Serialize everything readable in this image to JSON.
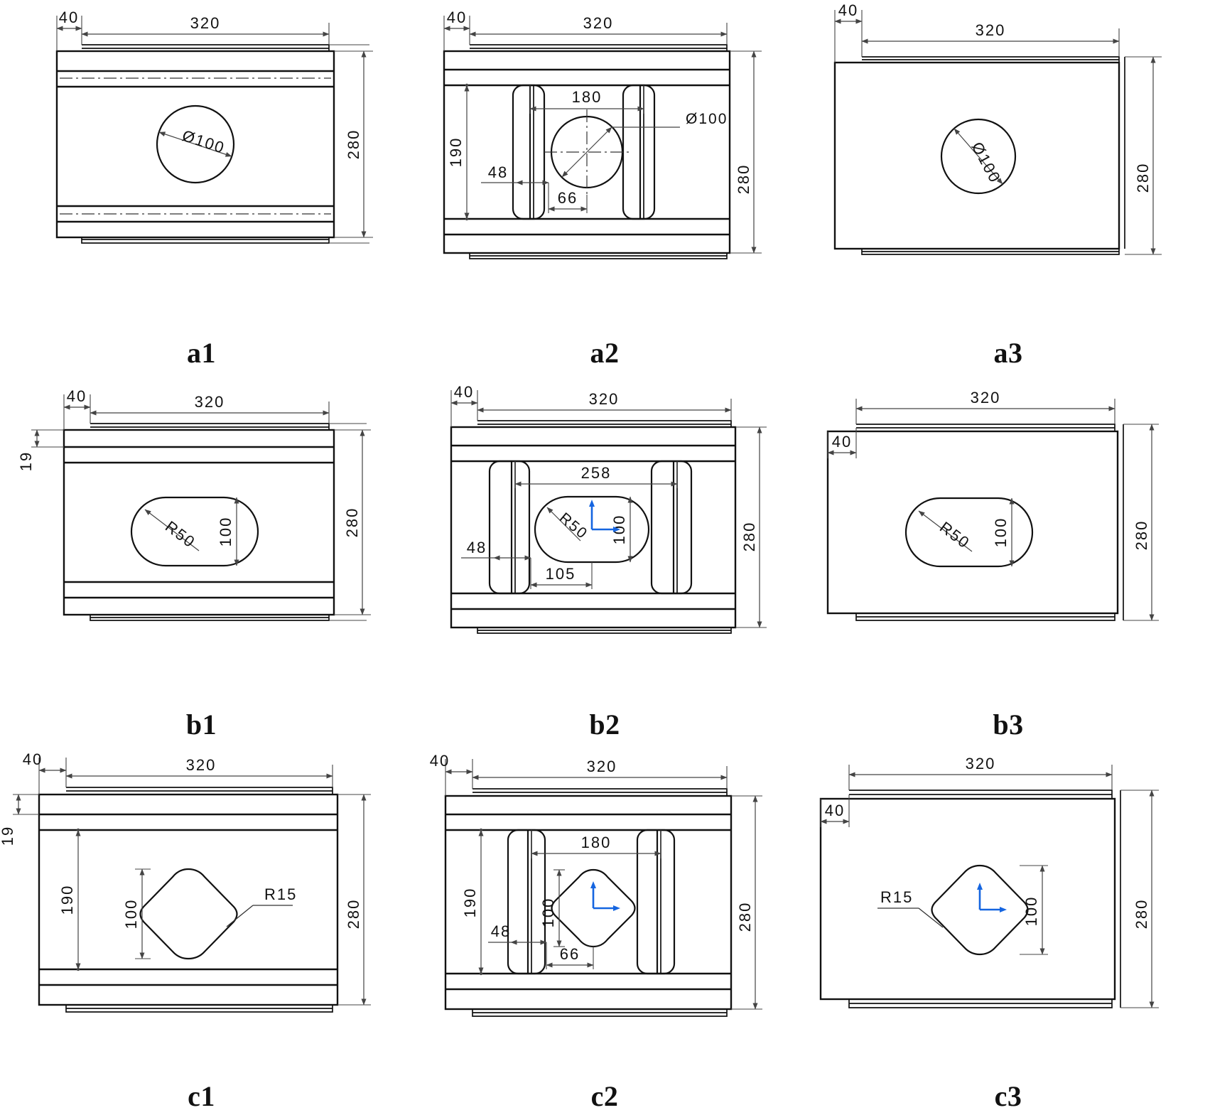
{
  "figure": {
    "type": "engineering-drawing-grid",
    "rows": 3,
    "columns": 3,
    "description": "Nine orthographic CAD panel drawings of a sheet-metal plate with a central cutout; rows vary cutout shape (circle, obround, rounded diamond) and columns vary construction variant.",
    "accent_color": "#1565e0",
    "line_color": "#111111"
  },
  "captions": {
    "a1": "a1",
    "a2": "a2",
    "a3": "a3",
    "b1": "b1",
    "b2": "b2",
    "b3": "b3",
    "c1": "c1",
    "c2": "c2",
    "c3": "c3"
  },
  "panels": {
    "a1": {
      "caption": "a1",
      "cutout": "circle",
      "dimensions": {
        "offset_left": "40",
        "width": "320",
        "height": "280",
        "hole": "Ø100"
      }
    },
    "a2": {
      "caption": "a2",
      "cutout": "circle",
      "dimensions": {
        "offset_left": "40",
        "width": "320",
        "height": "280",
        "inner_height": "190",
        "slot_offset": "48",
        "hole_x": "66",
        "span": "180",
        "hole": "Ø100"
      }
    },
    "a3": {
      "caption": "a3",
      "cutout": "circle",
      "dimensions": {
        "offset_left": "40",
        "width": "320",
        "height": "280",
        "hole": "Ø100"
      }
    },
    "b1": {
      "caption": "b1",
      "cutout": "obround",
      "dimensions": {
        "offset_left": "40",
        "width": "320",
        "height": "280",
        "flange": "19",
        "radius": "R50",
        "slot_height": "100"
      }
    },
    "b2": {
      "caption": "b2",
      "cutout": "obround",
      "dimensions": {
        "offset_left": "40",
        "width": "320",
        "height": "280",
        "span": "258",
        "slot_offset": "48",
        "origin_x": "105",
        "radius": "R50",
        "slot_height": "100"
      }
    },
    "b3": {
      "caption": "b3",
      "cutout": "obround",
      "dimensions": {
        "offset_left": "40",
        "width": "320",
        "height": "280",
        "radius": "R50",
        "slot_height": "100"
      }
    },
    "c1": {
      "caption": "c1",
      "cutout": "rounded-diamond",
      "dimensions": {
        "offset_left": "40",
        "width": "320",
        "height": "280",
        "flange": "19",
        "inner_height": "190",
        "diamond_height": "100",
        "radius": "R15"
      }
    },
    "c2": {
      "caption": "c2",
      "cutout": "rounded-diamond",
      "dimensions": {
        "offset_left": "40",
        "width": "320",
        "height": "280",
        "inner_height": "190",
        "slot_offset": "48",
        "origin_x": "66",
        "span": "180",
        "diamond_height": "100"
      }
    },
    "c3": {
      "caption": "c3",
      "cutout": "rounded-diamond",
      "dimensions": {
        "offset_left": "40",
        "width": "320",
        "height": "280",
        "offset_top": "40",
        "diamond_height": "100",
        "radius": "R15"
      }
    }
  },
  "labels": {
    "d40": "40",
    "d320": "320",
    "d280": "280",
    "d190": "190",
    "d180": "180",
    "d100": "100",
    "d66": "66",
    "d48": "48",
    "d19": "19",
    "d258": "258",
    "d105": "105",
    "dia100": "Ø100",
    "r50": "R50",
    "r15": "R15"
  }
}
